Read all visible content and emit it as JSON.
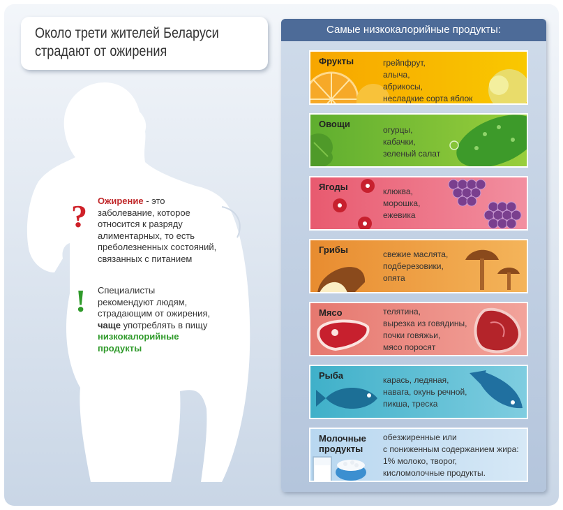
{
  "title": {
    "line1": "Около трети жителей Беларуси",
    "line2": "страдают от ожирения"
  },
  "info": {
    "obesity_term": "Ожирение",
    "obesity_rest": " - это",
    "obesity_lines": [
      "заболевание, которое",
      "относится к разряду",
      "алиментарных, то есть",
      "преболезненных состояний,",
      "связанных с питанием"
    ],
    "advice_lines": [
      "Специалисты",
      "рекомендуют людям,",
      "страдающим от ожирения,"
    ],
    "advice_bold": "чаще",
    "advice_after": " употреблять в пищу",
    "advice_green1": "низкокалорийные",
    "advice_green2": "продукты"
  },
  "panel": {
    "heading": "Самые низкокалорийные продукты:",
    "categories": [
      {
        "name": "Фрукты",
        "items": [
          "грейпфрут,",
          "алыча,",
          "абрикосы,",
          "несладкие сорта яблок"
        ],
        "color": "#f6b300"
      },
      {
        "name": "Овощи",
        "items": [
          "огурцы,",
          "кабачки,",
          "зеленый салат"
        ],
        "color": "#7cbd2f"
      },
      {
        "name": "Ягоды",
        "items": [
          "клюква,",
          "морошка,",
          "ежевика"
        ],
        "color": "#ee6e82"
      },
      {
        "name": "Грибы",
        "items": [
          "свежие маслята,",
          "подберезовики,",
          "опята"
        ],
        "color": "#f0a040"
      },
      {
        "name": "Мясо",
        "items": [
          "телятина,",
          "вырезка из говядины,",
          "почки говяжьи,",
          "мясо поросят"
        ],
        "color": "#ee8a84"
      },
      {
        "name": "Рыба",
        "items": [
          "карась, ледяная,",
          "навага, окунь речной,",
          "пикша, треска"
        ],
        "color": "#5cbbd3"
      },
      {
        "name": "Молочные продукты",
        "name_lines": [
          "Молочные",
          "продукты"
        ],
        "items": [
          "обезжиренные или",
          "с пониженным содержанием жира:",
          "1% молоко, творог,",
          "кисломолочные продукты."
        ],
        "color": "#c6dff3"
      }
    ]
  }
}
